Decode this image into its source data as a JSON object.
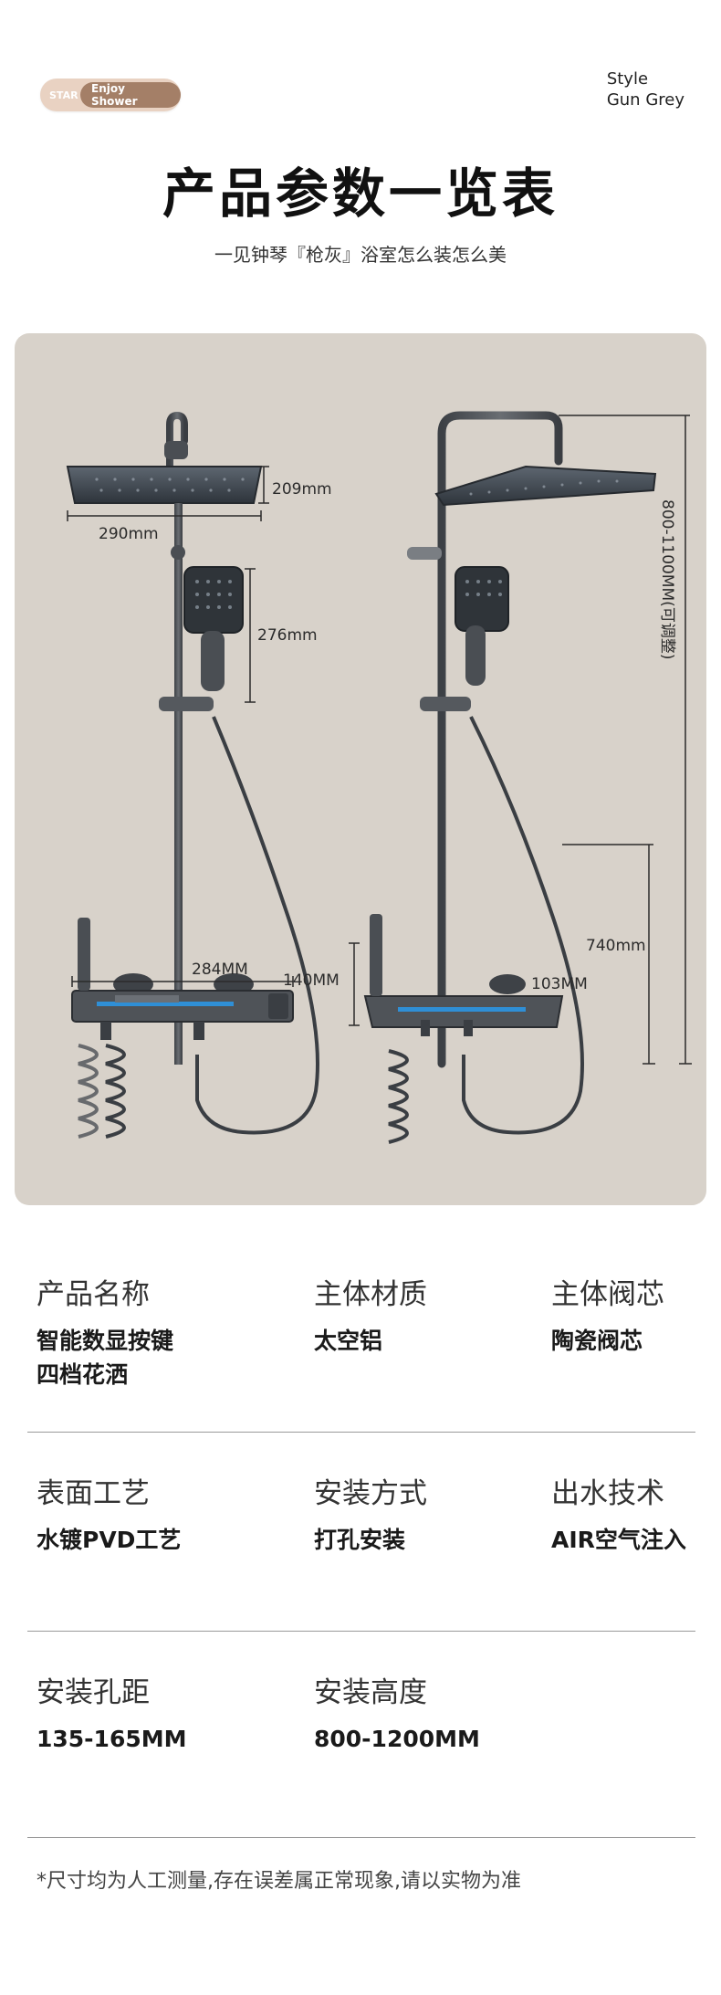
{
  "badge": {
    "star": "STAR",
    "pill": "Enjoy Shower"
  },
  "style": {
    "line1": "Style",
    "line2": "Gun Grey"
  },
  "title": "产品参数一览表",
  "subtitle": "一见钟琴『枪灰』浴室怎么装怎么美",
  "dimensions": {
    "top_shower_width": "290mm",
    "top_shower_depth": "209mm",
    "hand_shower_length": "276mm",
    "valve_width": "284MM",
    "valve_depth": "140MM",
    "outlet_depth": "103MM",
    "rail_height": "740mm",
    "total_height": "800-1100MM(可调整)"
  },
  "specs": [
    [
      {
        "label": "产品名称",
        "value": "智能数显按键\n四档花洒"
      },
      {
        "label": "主体材质",
        "value": "太空铝"
      },
      {
        "label": "主体阀芯",
        "value": "陶瓷阀芯"
      }
    ],
    [
      {
        "label": "表面工艺",
        "value": "水镀PVD工艺"
      },
      {
        "label": "安装方式",
        "value": "打孔安装"
      },
      {
        "label": "出水技术",
        "value": "AIR空气注入"
      }
    ],
    [
      {
        "label": "安装孔距",
        "value": "135-165MM"
      },
      {
        "label": "安装高度",
        "value": "800-1200MM"
      }
    ]
  ],
  "footnote": "*尺寸均为人工测量,存在误差属正常现象,请以实物为准",
  "colors": {
    "panel_bg": "#d8d2ca",
    "gun_grey": "#4f5358",
    "accent_blue": "#2f8fd6",
    "badge_bg": "#e9d2c2",
    "badge_pill": "#a47f67"
  }
}
